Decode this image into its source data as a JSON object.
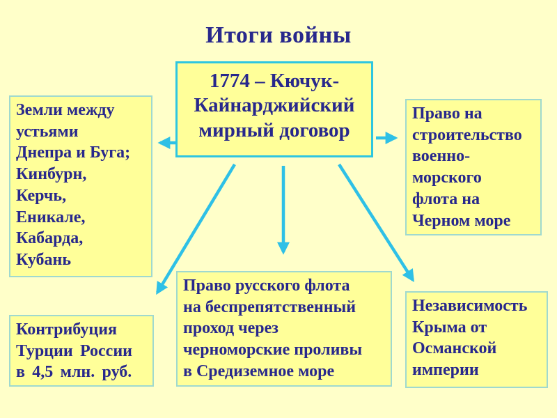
{
  "slide": {
    "title": "Итоги войны"
  },
  "colors": {
    "page_bg": "#FFFFC9",
    "box_bg": "#FFFF99",
    "center_border": "#2EC6E0",
    "outer_border": "#9FD9CF",
    "arrow": "#2EC0E6",
    "text": "#28288C"
  },
  "diagram": {
    "center_box": {
      "text": "1774 – Кючук-\nКайнарджийский\nмирный договор"
    },
    "boxes": {
      "territories": {
        "text": "Земли между\nустьями\nДнепра и Буга;\nКинбурн,\nКерчь,\nЕникале,\nКабарда,\nКубань"
      },
      "navy": {
        "text": "Право на\nстроительство\nвоенно-\nморского\nфлота на\nЧерном море"
      },
      "contribution": {
        "text": "Контрибуция\nТурции России\nв 4,5 млн. руб."
      },
      "straits": {
        "text": "Право русского флота\nна беспрепятственный\nпроход через\nчерноморские проливы\nв Средиземное море"
      },
      "crimea": {
        "text": "Независимость\nКрыма от\nОсманской\nимперии"
      }
    }
  }
}
